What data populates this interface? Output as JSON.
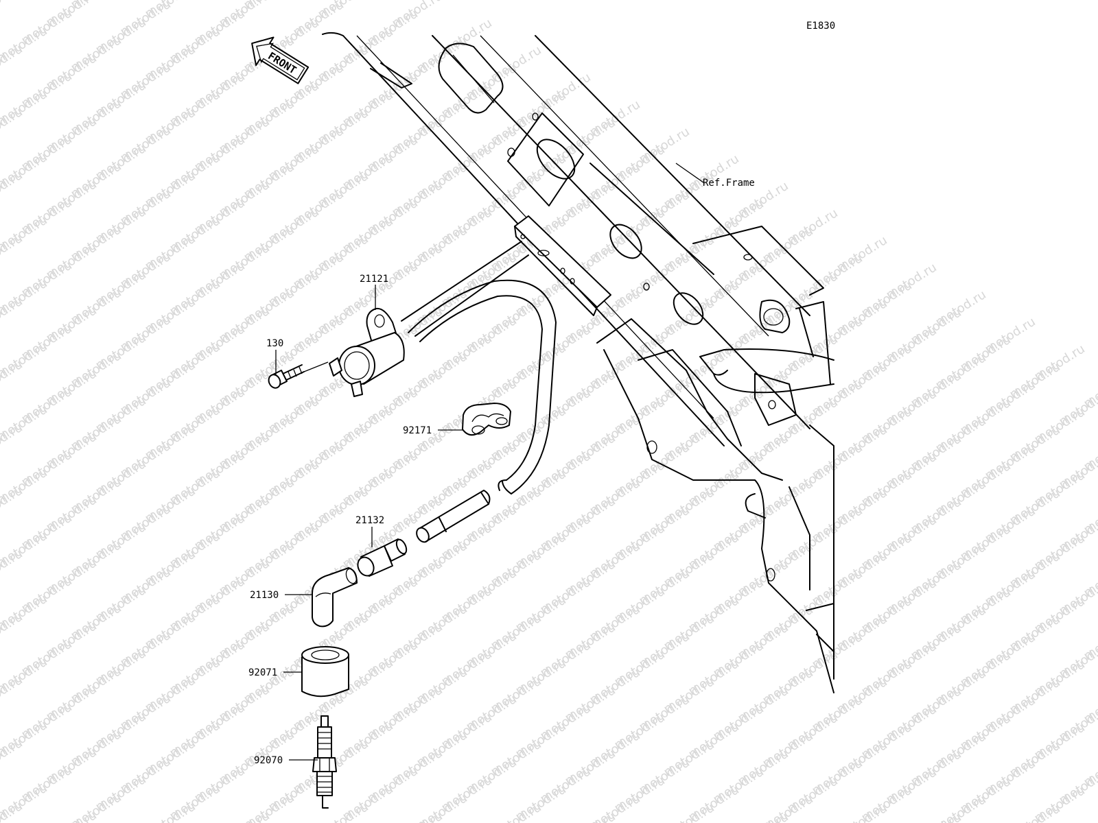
{
  "diagram_code": "E1830",
  "watermark_text": "motod.ru",
  "front_arrow_label": "FRONT",
  "reference_label": "Ref.Frame",
  "callouts": {
    "bolt": "130",
    "ignition_coil": "21121",
    "clamp": "92171",
    "cap_fitting": "21132",
    "plug_cap": "21130",
    "cap_seal": "92071",
    "spark_plug": "92070"
  }
}
